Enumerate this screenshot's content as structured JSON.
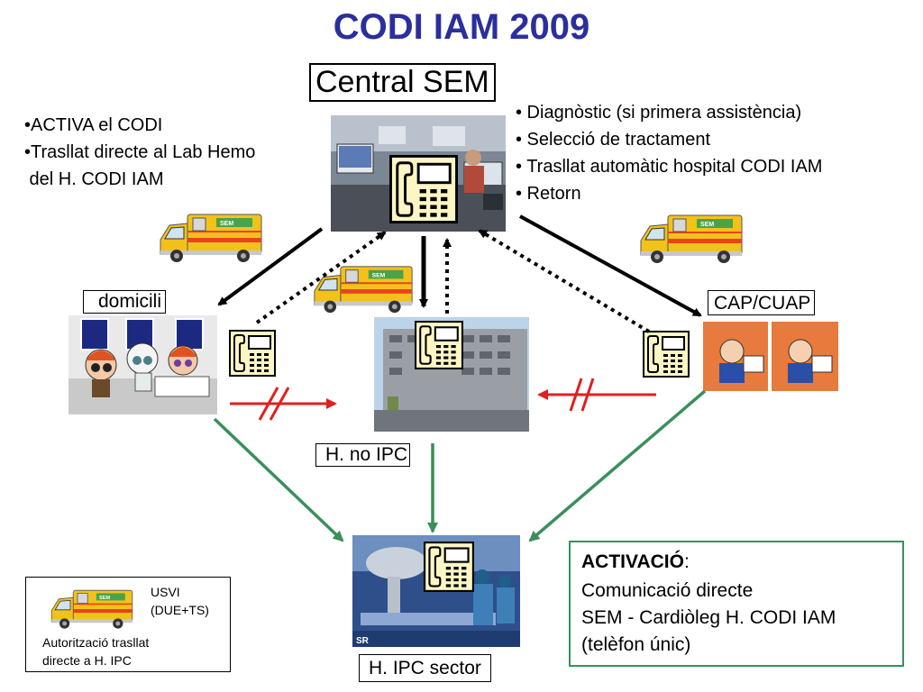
{
  "title": "CODI IAM 2009",
  "nodes": {
    "central": "Central SEM",
    "domicili": "domicili",
    "cap": "CAP/CUAP",
    "hno": "H. no IPC",
    "hipc": "H. IPC sector"
  },
  "left_notes": [
    "•ACTIVA el CODI",
    "•Trasllat directe al Lab Hemo",
    " del H. CODI IAM"
  ],
  "right_notes": [
    "• Diagnòstic (si primera assistència)",
    "• Selecció de tractament",
    "• Trasllat automàtic hospital CODI IAM",
    "• Retorn"
  ],
  "legend": {
    "usvi_line1": "USVI",
    "usvi_line2": "(DUE+TS)",
    "auth_line1": "Autorització trasllat",
    "auth_line2": "directe a H. IPC"
  },
  "activation": {
    "heading": "ACTIVACIÓ",
    "colon": ":",
    "line1": "Comunicació directe",
    "line2": "SEM - Cardiòleg H. CODI IAM",
    "line3": "(telèfon únic)"
  },
  "ambulance_text": "SEM",
  "xray_logo": "SR",
  "colors": {
    "title": "#2b2f9c",
    "green_arrow": "#3a8f5b",
    "red_arrow": "#e02020",
    "phone_fill": "#fbf6c4"
  }
}
